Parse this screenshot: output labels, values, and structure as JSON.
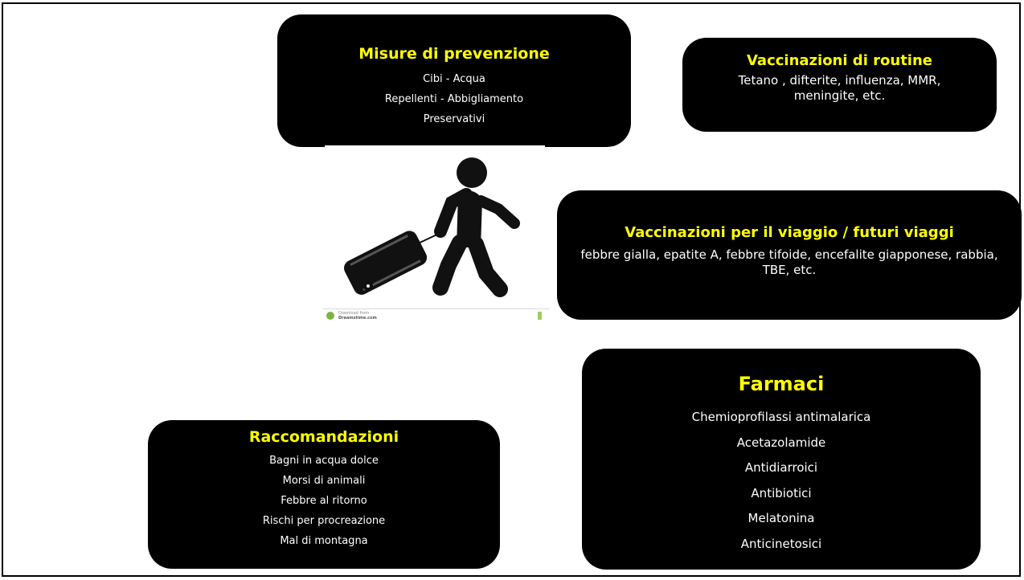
{
  "prevenzione": {
    "title": "Misure di prevenzione",
    "items": [
      "Cibi - Acqua",
      "Repellenti - Abbigliamento",
      "Preservativi"
    ]
  },
  "routine": {
    "title": "Vaccinazioni di routine",
    "text": "Tetano , difterite, influenza, MMR, meningite, etc."
  },
  "viaggio": {
    "title": "Vaccinazioni per il viaggio / futuri viaggi",
    "text": "febbre gialla, epatite A, febbre tifoide, encefalite giapponese, rabbia, TBE, etc."
  },
  "farmaci": {
    "title": "Farmaci",
    "items": [
      "Chemioprofilassi antimalarica",
      "Acetazolamide",
      "Antidiarroici",
      "Antibiotici",
      "Melatonina",
      "Anticinetosici"
    ]
  },
  "raccomandazioni": {
    "title": "Raccomandazioni",
    "items": [
      "Bagni in acqua dolce",
      "Morsi di animali",
      "Febbre al ritorno",
      "Rischi per procreazione",
      "Mal di montagna"
    ]
  },
  "image": {
    "icon": "traveler-with-suitcase-icon",
    "credit_line1": "Download from",
    "credit_line2": "Dreamstime.com"
  },
  "colors": {
    "box_background": "#000000",
    "title_color": "#ffff00",
    "text_color": "#ffffff"
  }
}
